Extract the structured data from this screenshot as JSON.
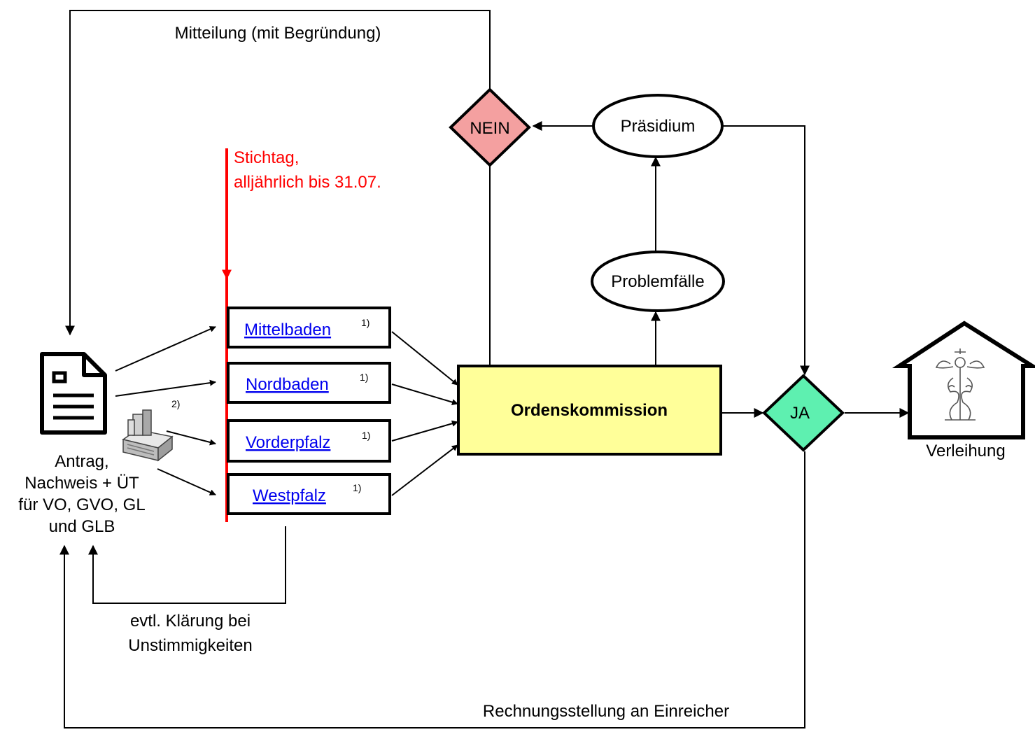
{
  "labels": {
    "mitteilung": "Mitteilung (mit Begründung)",
    "stichtag_line1": "Stichtag,",
    "stichtag_line2": "alljährlich bis 31.07.",
    "antrag_line1": "Antrag,",
    "antrag_line2": "Nachweis + ÜT",
    "antrag_line3": "für VO, GVO, GL",
    "antrag_line4": "und GLB",
    "klaerung_line1": "evtl. Klärung bei",
    "klaerung_line2": "Unstimmigkeiten",
    "rechnung": "Rechnungsstellung an Einreicher",
    "verleihung": "Verleihung",
    "footnote2": "2)"
  },
  "nodes": {
    "nein": "NEIN",
    "ja": "JA",
    "praesidium": "Präsidium",
    "problemfaelle": "Problemfälle",
    "ordenskommission": "Ordenskommission"
  },
  "regions": [
    {
      "label": "Mittelbaden",
      "footnote": "1)"
    },
    {
      "label": "Nordbaden",
      "footnote": "1)"
    },
    {
      "label": "Vorderpfalz",
      "footnote": "1)"
    },
    {
      "label": "Westpfalz",
      "footnote": "1)"
    }
  ],
  "colors": {
    "stichtag": "#ff0000",
    "nein_fill": "#f4a0a0",
    "ja_fill": "#5ef0b0",
    "kommission_fill": "#ffff99",
    "link": "#0000ee"
  },
  "icons": {
    "document": "document-icon",
    "server": "server-icon",
    "house": "house-icon",
    "emblem": "emblem-icon"
  }
}
